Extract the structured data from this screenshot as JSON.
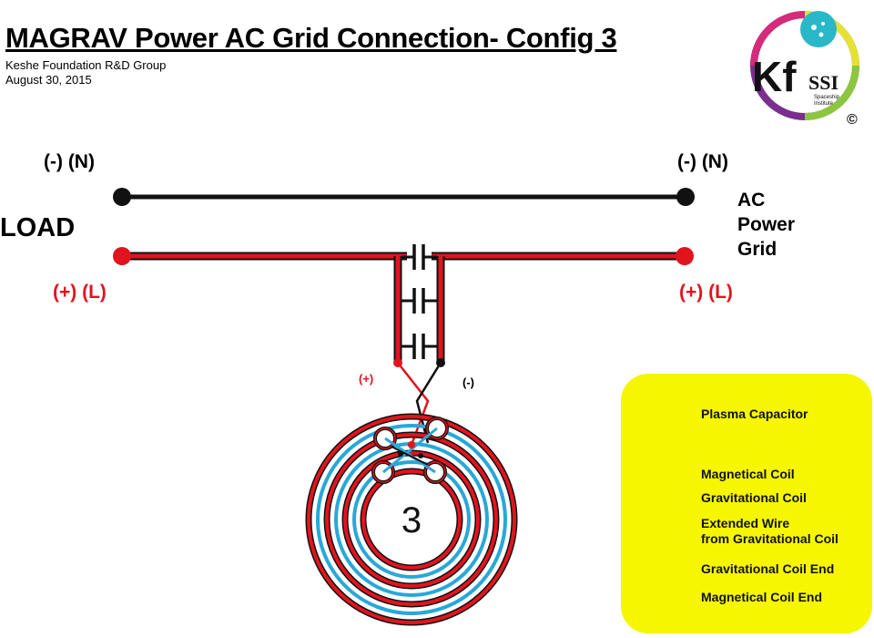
{
  "header": {
    "title": "MAGRAV Power AC Grid Connection- Config 3",
    "org": "Keshe Foundation R&D Group",
    "date": "August 30, 2015"
  },
  "logo": {
    "main_text": "Kf",
    "sub_text": "SSI",
    "small_text_1": "Spaceship",
    "small_text_2": "Institute",
    "copyright": "©"
  },
  "diagram": {
    "neutral_left": "(-) (N)",
    "neutral_right": "(-) (N)",
    "live_left": "(+) (L)",
    "live_right": "(+) (L)",
    "load_label": "LOAD",
    "grid_label_lines": [
      "AC",
      "Power",
      "Grid"
    ],
    "coil_plus": "(+)",
    "coil_minus": "(-)",
    "coil_number": "3",
    "colors": {
      "magnetical": "#e1141e",
      "gravitational": "#111111",
      "extended": "#29a8d8",
      "legend_bg": "#f6f600"
    }
  },
  "legend": {
    "capacitor": "Plasma Capacitor",
    "magnetical_coil": "Magnetical Coil",
    "gravitational_coil": "Gravitational Coil",
    "extended_line1": "Extended Wire",
    "extended_line2": "from Gravitational Coil",
    "grav_end": "Gravitational Coil End",
    "mag_end": "Magnetical Coil End"
  }
}
